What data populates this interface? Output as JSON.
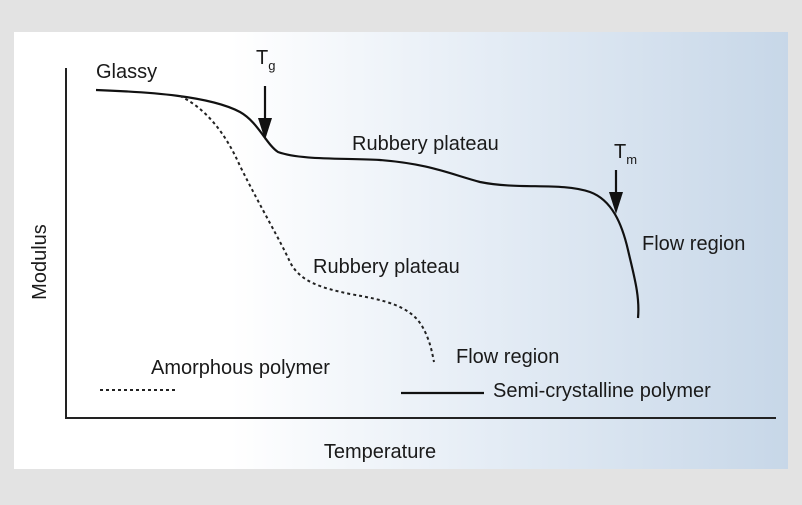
{
  "diagram": {
    "axes": {
      "x_label": "Temperature",
      "y_label": "Modulus"
    },
    "regions": {
      "glassy": "Glassy",
      "rubbery_plateau_semi": "Rubbery plateau",
      "rubbery_plateau_amorphous": "Rubbery plateau",
      "flow_region_semi": "Flow region",
      "flow_region_amorphous": "Flow region"
    },
    "markers": {
      "tg": {
        "base": "T",
        "sub": "g"
      },
      "tm": {
        "base": "T",
        "sub": "m"
      }
    },
    "legend": [
      {
        "label": "Amorphous polymer",
        "style": "dashed"
      },
      {
        "label": "Semi-crystalline polymer",
        "style": "solid"
      }
    ]
  },
  "colors": {
    "background": "#e3e3e3",
    "panel_start": "#ffffff",
    "panel_end": "#c7d7e8",
    "line": "#111111"
  }
}
